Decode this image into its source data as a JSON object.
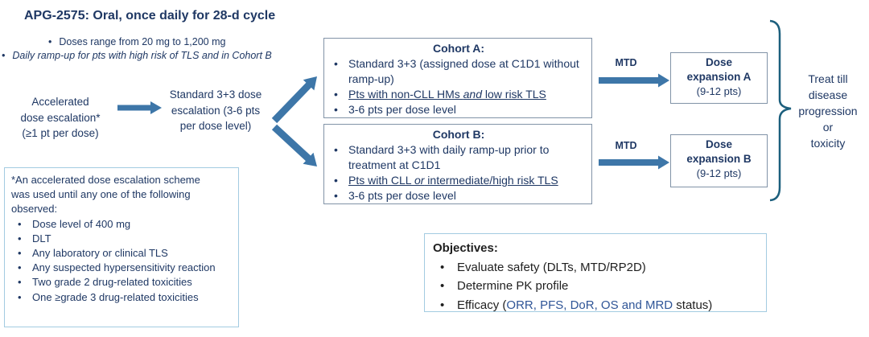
{
  "colors": {
    "navy_text": "#1F3864",
    "body_text": "#1f1f1f",
    "accent_blue": "#2F5597",
    "arrow_blue": "#3D76A8",
    "box_border": "#8193A7",
    "light_box_border": "#A3CBE1",
    "brace": "#1C5F7D"
  },
  "header": {
    "title": "APG-2575: Oral, once daily for 28-d cycle",
    "bullet_glyph": "•",
    "bullet1": "Doses range from 20 mg to 1,200 mg",
    "bullet2": "Daily ramp-up for pts with high risk of TLS and in Cohort B"
  },
  "flow": {
    "accelerated_line1": "Accelerated",
    "accelerated_line2": "dose escalation*",
    "accelerated_line3": "(≥1 pt per dose)",
    "standard_line1": "Standard 3+3 dose",
    "standard_line2": "escalation (3-6 pts",
    "standard_line3": "per dose level)"
  },
  "cohort_a": {
    "title": "Cohort A:",
    "bullet1": "Standard 3+3 (assigned dose at C1D1 without ramp-up)",
    "bullet2_pre": "Pts with non-CLL HMs ",
    "bullet2_em": "and",
    "bullet2_post": " low risk TLS",
    "bullet3": "3-6 pts per dose level"
  },
  "cohort_b": {
    "title": "Cohort B:",
    "bullet1": "Standard 3+3 with daily ramp-up prior to treatment at C1D1",
    "bullet2_pre": "Pts with CLL ",
    "bullet2_em": "or",
    "bullet2_post": " intermediate/high risk TLS",
    "bullet3": "3-6 pts per dose level"
  },
  "mtd": {
    "label": "MTD"
  },
  "expansion_a": {
    "line1": "Dose",
    "line2": "expansion A",
    "subtitle": "(9-12 pts)"
  },
  "expansion_b": {
    "line1": "Dose",
    "line2": "expansion B",
    "subtitle": "(9-12 pts)"
  },
  "treat": {
    "line1": "Treat till",
    "line2": "disease",
    "line3": "progression",
    "line4": "or",
    "line5": "toxicity"
  },
  "footnote": {
    "intro": "*An accelerated dose escalation scheme was used until any one of the following observed:",
    "bullets": [
      "Dose level of 400 mg",
      "DLT",
      "Any laboratory or clinical TLS",
      "Any suspected hypersensitivity reaction",
      "Two grade 2 drug-related toxicities",
      "One ≥grade 3 drug-related toxicities"
    ]
  },
  "objectives": {
    "title": "Objectives:",
    "item1": "Evaluate safety (DLTs, MTD/RP2D)",
    "item2": "Determine PK profile",
    "item3_pre": "Efficacy (",
    "item3_blue": "ORR, PFS, DoR, OS and MRD",
    "item3_post": " status)"
  }
}
